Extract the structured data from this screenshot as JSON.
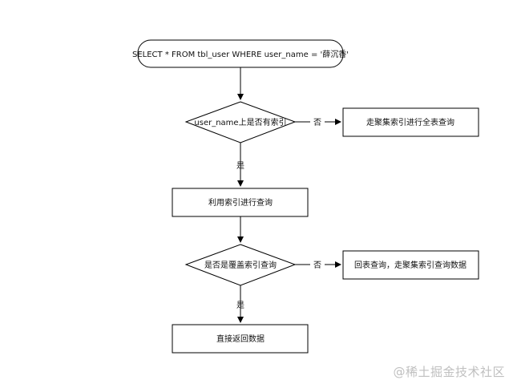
{
  "nodes": {
    "start": "SELECT * FROM tbl_user WHERE user_name = '薛沉香'",
    "decision_index": "user_name上是否有索引",
    "full_scan": "走聚集索引进行全表查询",
    "use_index": "利用索引进行查询",
    "decision_covering": "是否是覆盖索引查询",
    "lookup": "回表查询，走聚集索引查询数据",
    "return_data": "直接返回数据"
  },
  "edges": {
    "no_1": "否",
    "yes_1": "是",
    "no_2": "否",
    "yes_2": "是"
  },
  "watermark": "@稀土掘金技术社区"
}
